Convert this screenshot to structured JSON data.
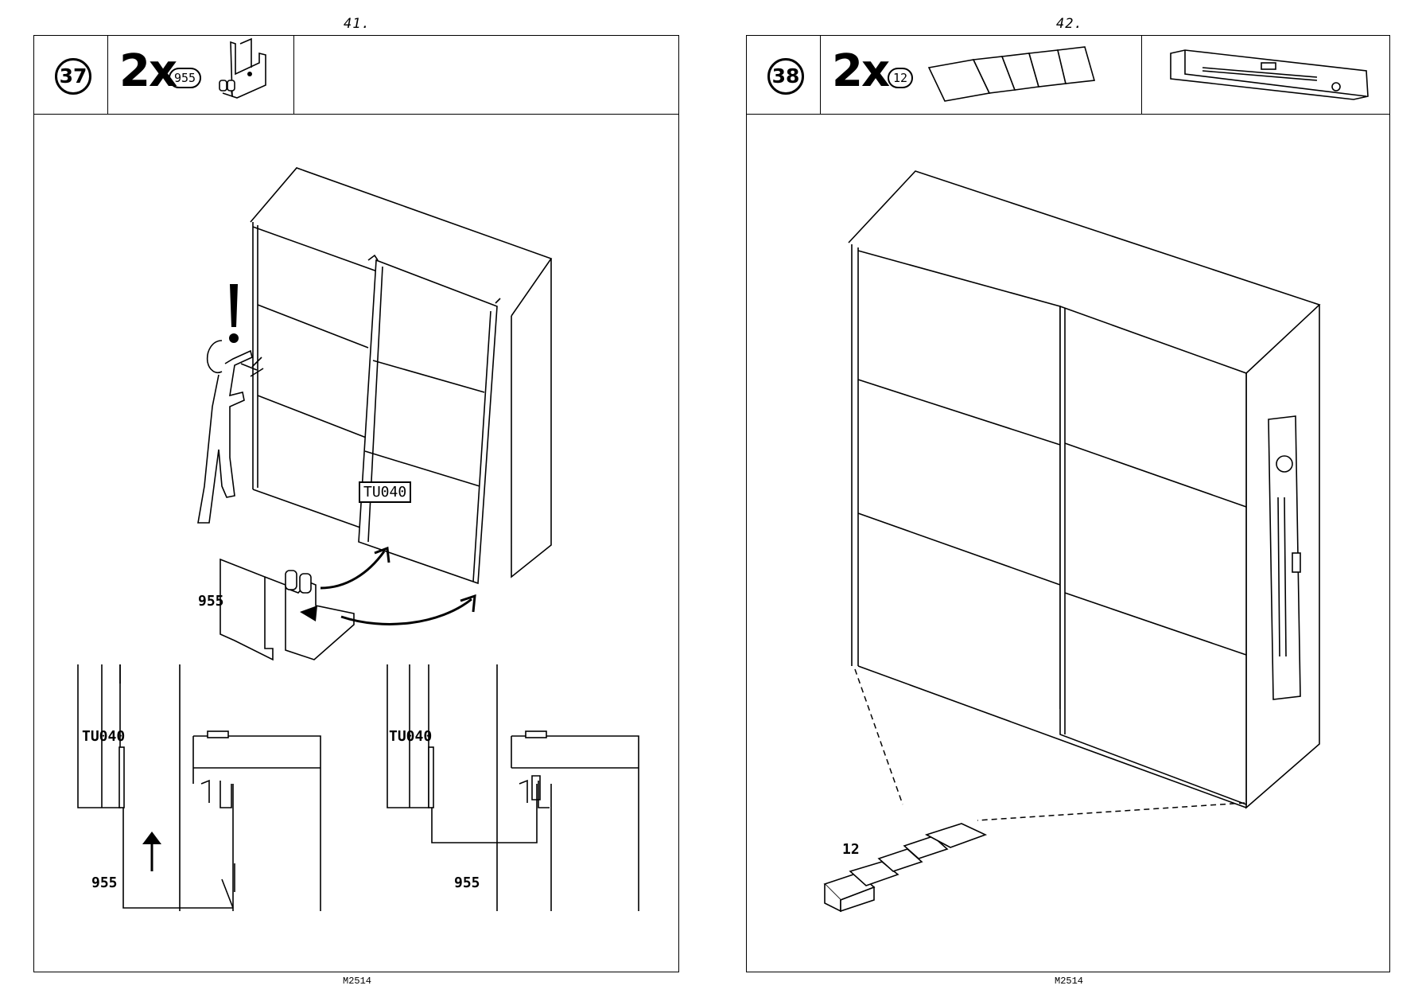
{
  "left_page": {
    "page_number": "41.",
    "step": "37",
    "quantity": "2x",
    "part_number": "955",
    "label_part": "955",
    "door_tag": "TU040",
    "detail_left": {
      "tag": "TU040",
      "part": "955"
    },
    "detail_right": {
      "tag": "TU040",
      "part": "955"
    },
    "footer": "M2514"
  },
  "right_page": {
    "page_number": "42.",
    "step": "38",
    "quantity": "2x",
    "part_number": "12",
    "label_part": "12",
    "footer": "M2514"
  }
}
